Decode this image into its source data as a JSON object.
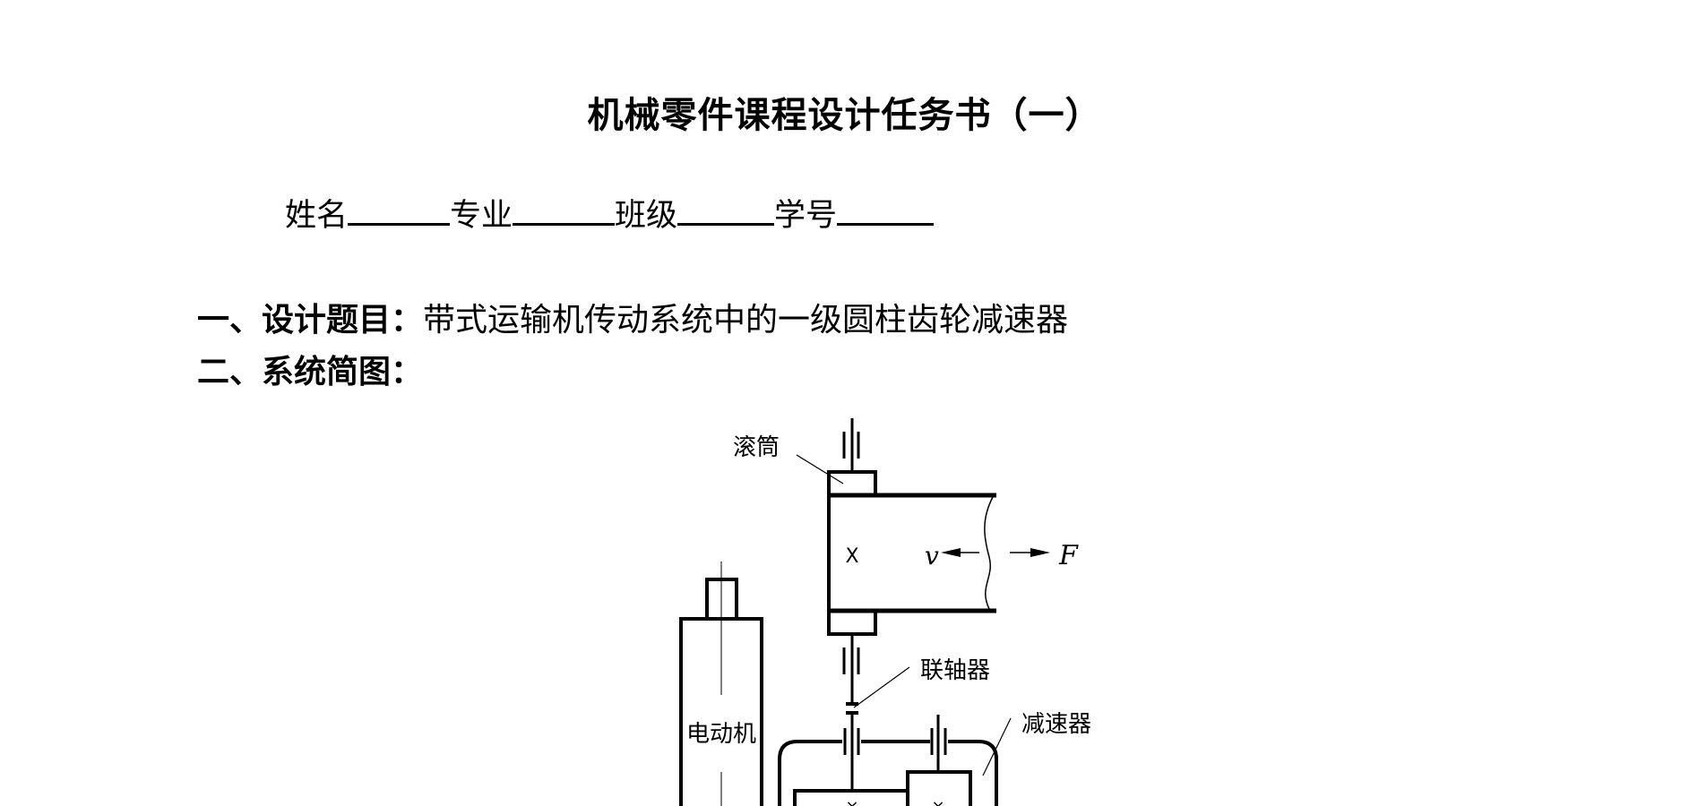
{
  "document": {
    "title": "机械零件课程设计任务书（一）",
    "info_fields": [
      "姓名",
      "专业",
      "班级",
      "学号"
    ],
    "sections": [
      {
        "label": "一、设计题目：",
        "text": "带式运输机传动系统中的一级圆柱齿轮减速器"
      },
      {
        "label": "二、系统简图：",
        "text": ""
      }
    ]
  },
  "diagram": {
    "drum_label": "滚筒",
    "coupling_label": "联轴器",
    "reducer_label": "减速器",
    "motor_label": "电动机",
    "velocity_symbol": "v",
    "force_symbol": "F",
    "cross_mark": "X",
    "gear_mark": "×"
  }
}
